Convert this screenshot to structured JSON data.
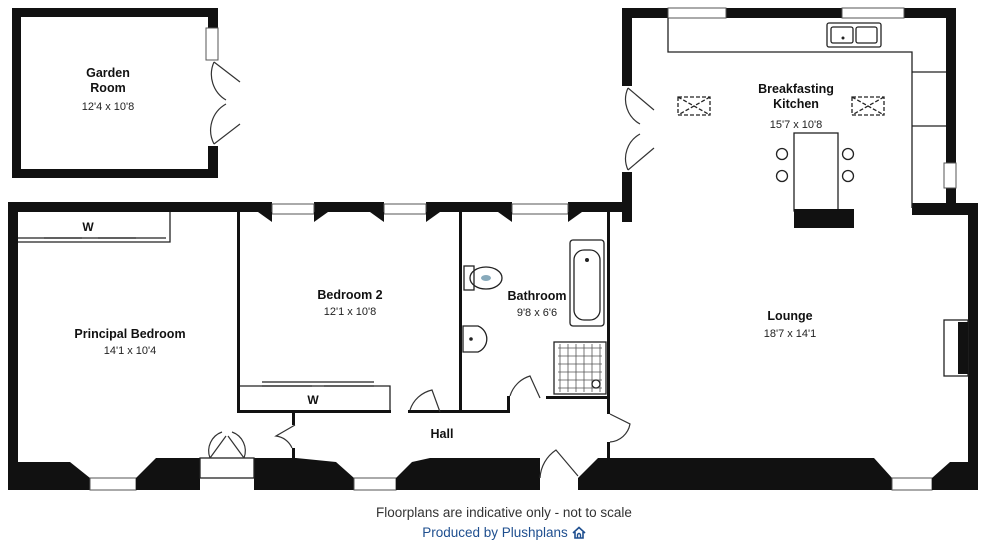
{
  "rooms": {
    "garden_room": {
      "name_line1": "Garden",
      "name_line2": "Room",
      "dims": "12'4 x 10'8"
    },
    "breakfasting_kitchen": {
      "name_line1": "Breakfasting",
      "name_line2": "Kitchen",
      "dims": "15'7 x 10'8"
    },
    "bedroom2": {
      "name": "Bedroom 2",
      "dims": "12'1 x 10'8"
    },
    "bathroom": {
      "name": "Bathroom",
      "dims": "9'8 x 6'6"
    },
    "lounge": {
      "name": "Lounge",
      "dims": "18'7 x 14'1"
    },
    "principal_bedroom": {
      "name": "Principal Bedroom",
      "dims": "14'1 x 10'4"
    },
    "hall": {
      "name": "Hall"
    }
  },
  "wardrobes": {
    "principal": "W",
    "bedroom2": "W"
  },
  "footer": {
    "disclaimer": "Floorplans are indicative only - not to scale",
    "credit": "Produced by Plushplans"
  },
  "colors": {
    "wall": "#111111",
    "credit": "#1f4f8f"
  },
  "icons": {
    "brand": "house-icon"
  }
}
